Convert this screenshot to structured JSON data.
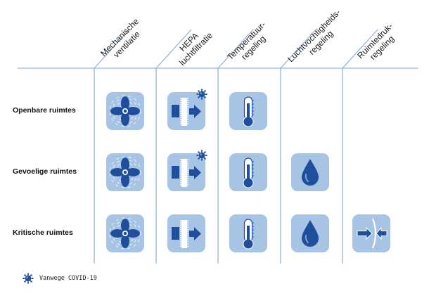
{
  "headers": [
    {
      "line1": "Mechanische",
      "line2": "ventilatie"
    },
    {
      "line1": "HEPA",
      "line2": "luchtfiltratie"
    },
    {
      "line1": "Temperatuur-",
      "line2": "regeling"
    },
    {
      "line1": "Luchtvochtigheids-",
      "line2": "regeling"
    },
    {
      "line1": "Ruimtedruk-",
      "line2": "regeling"
    }
  ],
  "rows": [
    {
      "label": "Openbare ruimtes",
      "cells": [
        "fan-icon",
        "hepa-filter-icon",
        "thermometer-icon",
        "",
        ""
      ],
      "covid_marker": [
        false,
        true,
        false,
        false,
        false
      ]
    },
    {
      "label": "Gevoelige ruimtes",
      "cells": [
        "fan-icon",
        "hepa-filter-icon",
        "thermometer-icon",
        "droplet-icon",
        ""
      ],
      "covid_marker": [
        false,
        true,
        false,
        false,
        false
      ]
    },
    {
      "label": "Kritische ruimtes",
      "cells": [
        "fan-icon",
        "hepa-filter-icon",
        "thermometer-icon",
        "droplet-icon",
        "pressure-icon"
      ],
      "covid_marker": [
        false,
        false,
        false,
        false,
        false
      ]
    }
  ],
  "legend": {
    "text": "Vanwege COVID-19",
    "icon": "virus-icon"
  },
  "colors": {
    "tile": "#a8c4e4",
    "icon": "#1f4e9c",
    "line": "#94b4d8",
    "text": "#111111"
  }
}
